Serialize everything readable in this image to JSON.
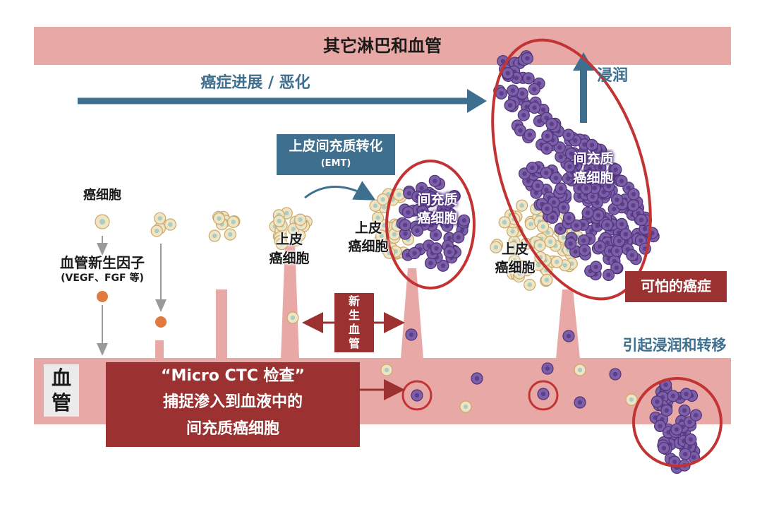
{
  "top_bar": {
    "label": "其它淋巴和血管"
  },
  "progression": {
    "label": "癌症进展 / 恶化"
  },
  "invasion": {
    "label": "浸润"
  },
  "emt": {
    "title": "上皮间充质转化",
    "subtitle": "(EMT)"
  },
  "cancer_cell": {
    "label": "癌细胞"
  },
  "angiogenic": {
    "line1": "血管新生因子",
    "line2": "(VEGF、FGF 等)"
  },
  "epithelial_1": {
    "line1": "上皮",
    "line2": "癌细胞"
  },
  "epithelial_2": {
    "line1": "上皮",
    "line2": "癌细胞"
  },
  "epithelial_3": {
    "line1": "上皮",
    "line2": "癌细胞"
  },
  "mesenchymal_1": {
    "line1": "间充质",
    "line2": "癌细胞"
  },
  "mesenchymal_2": {
    "line1": "间充质",
    "line2": "癌细胞"
  },
  "new_vessel": {
    "label": "新生血管"
  },
  "scary_cancer": {
    "label": "可怕的癌症"
  },
  "metastasis": {
    "label": "引起浸润和转移"
  },
  "vessel_tag": {
    "line1": "血",
    "line2": "管"
  },
  "micro_ctc": {
    "line1": "“Micro CTC 检查”",
    "line2": "捕捉渗入到血液中的",
    "line3": "间充质癌细胞"
  },
  "colors": {
    "vessel_pink": "#e8a9a6",
    "dark_red": "#9b3131",
    "teal": "#3e6f8e",
    "circle_red": "#c23434",
    "epithelial_cell": "#f1e4c4",
    "mesenchymal_cell": "#7c5fa8"
  }
}
